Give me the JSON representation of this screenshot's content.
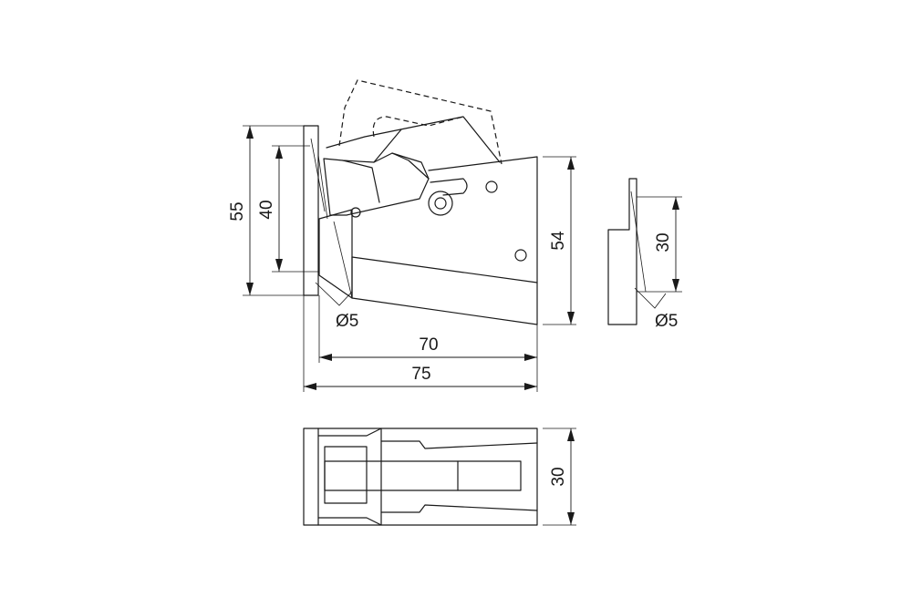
{
  "dimensions": {
    "front_height_outer": "55",
    "front_height_inner": "40",
    "body_height": "54",
    "hole_diameter_front": "Ø5",
    "length_inner": "70",
    "length_outer": "75",
    "side_height": "30",
    "hole_diameter_side": "Ø5",
    "bottom_width": "30"
  }
}
